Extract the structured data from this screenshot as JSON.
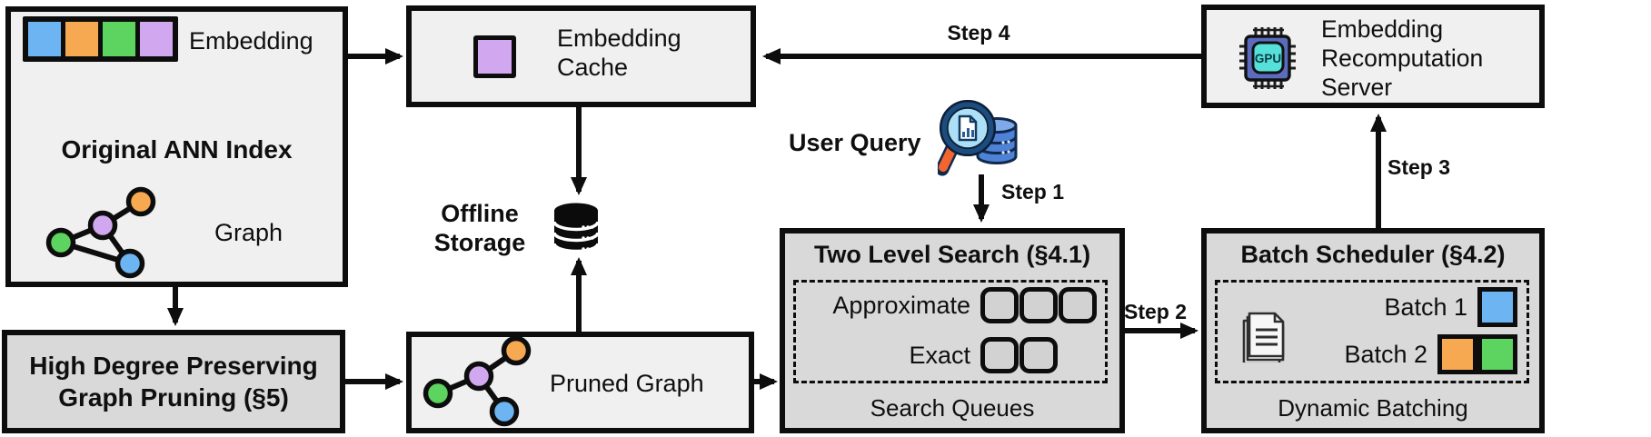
{
  "colors": {
    "blue": "#6db4f2",
    "orange": "#f6a951",
    "green": "#5cd45f",
    "purple": "#d1a8f0",
    "box_light_bg": "#f0f0f0",
    "box_dark_bg": "#d9d9d9",
    "queue_slot_bg": "#d2d2d2",
    "outline": "#0d0d0d",
    "gpu_chip": "#5b6cbe",
    "gpu_core": "#56e0da",
    "magnifier_rim": "#1c4d7e",
    "magnifier_lens": "#ade0f6",
    "magnifier_handle": "#f2652f",
    "db_blue": "#4d82d6",
    "db_blue_light": "#7fa9e8"
  },
  "ann_index": {
    "title": "Original ANN Index",
    "embedding_label": "Embedding",
    "graph_label": "Graph",
    "embedding_cells": [
      "blue",
      "orange",
      "green",
      "purple"
    ]
  },
  "graph_pruning": {
    "lines": [
      "High Degree Preserving",
      "Graph Pruning (§5)"
    ]
  },
  "embedding_cache": {
    "lines": [
      "Embedding",
      "Cache"
    ],
    "cached_cells": [
      "purple"
    ]
  },
  "offline_storage": {
    "lines": [
      "Offline",
      "Storage"
    ]
  },
  "pruned_graph": {
    "label": "Pruned Graph"
  },
  "user_query": {
    "label": "User Query"
  },
  "two_level_search": {
    "title": "Two Level Search (§4.1)",
    "rows": [
      {
        "label": "Approximate",
        "slots": 3
      },
      {
        "label": "Exact",
        "slots": 2
      }
    ],
    "footer": "Search Queues"
  },
  "batch_scheduler": {
    "title": "Batch Scheduler (§4.2)",
    "rows": [
      {
        "label": "Batch 1",
        "cells": [
          "blue"
        ]
      },
      {
        "label": "Batch 2",
        "cells": [
          "orange",
          "green"
        ]
      }
    ],
    "footer": "Dynamic Batching"
  },
  "recomputation_server": {
    "lines": [
      "Embedding",
      "Recomputation",
      "Server"
    ],
    "gpu_label": "GPU"
  },
  "steps": {
    "s1": "Step 1",
    "s2": "Step 2",
    "s3": "Step 3",
    "s4": "Step 4"
  }
}
